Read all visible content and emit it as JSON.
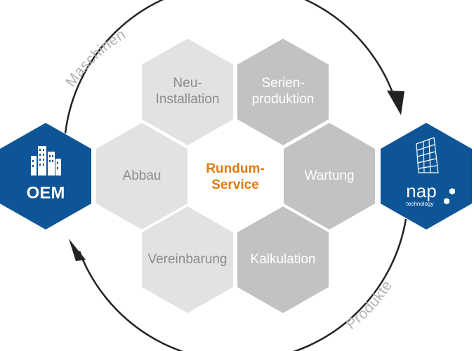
{
  "hexagons": {
    "neu_line1": "Neu-",
    "neu_line2": "Installation",
    "serien_line1": "Serien-",
    "serien_line2": "produktion",
    "abbau": "Abbau",
    "center_line1": "Rundum-",
    "center_line2": "Service",
    "wartung": "Wartung",
    "vereinbarung": "Vereinbarung",
    "kalkulation": "Kalkulation"
  },
  "nodes": {
    "oem": "OEM",
    "nap_brand": "nap",
    "nap_sub": "technology"
  },
  "arrows": {
    "top": "Maschinen",
    "bottom": "Produkte"
  },
  "colors": {
    "light_hex": "#e2e2e2",
    "dark_hex": "#c2c2c2",
    "light_text": "#8c8c8c",
    "dark_text": "#ffffff",
    "center_text": "#e07a10",
    "node_blue": "#0d5597",
    "arrow": "#222222"
  },
  "icons": [
    "factory-building-icon",
    "office-tower-icon",
    "arrow-head-icon"
  ]
}
